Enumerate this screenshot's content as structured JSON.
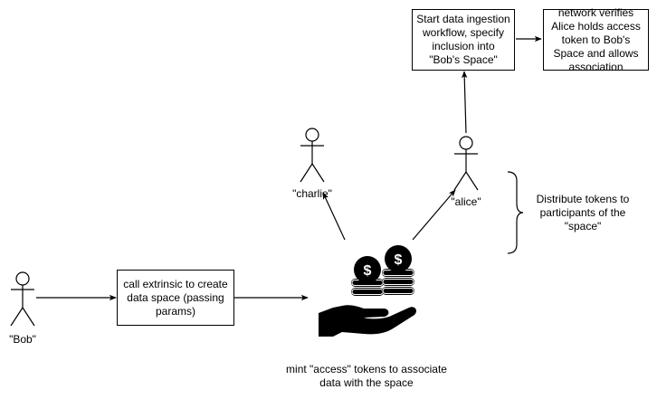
{
  "actors": {
    "bob": "\"Bob\"",
    "charlie": "\"charlie\"",
    "alice": "\"alice\""
  },
  "boxes": {
    "create_space": "call extrinsic to create data space (passing params)",
    "ingestion": "Start data ingestion workflow, specify inclusion into \"Bob's Space\"",
    "verify": "network verifies Alice holds access token to Bob's Space and allows association"
  },
  "labels": {
    "mint": "mint \"access\" tokens to associate data with the space",
    "distribute": "Distribute tokens to participants of the \"space\""
  },
  "icons": {
    "tokens": "hand-holding-coins-icon",
    "coin_symbol": "$"
  },
  "colors": {
    "stroke": "#000000",
    "background": "#ffffff"
  }
}
